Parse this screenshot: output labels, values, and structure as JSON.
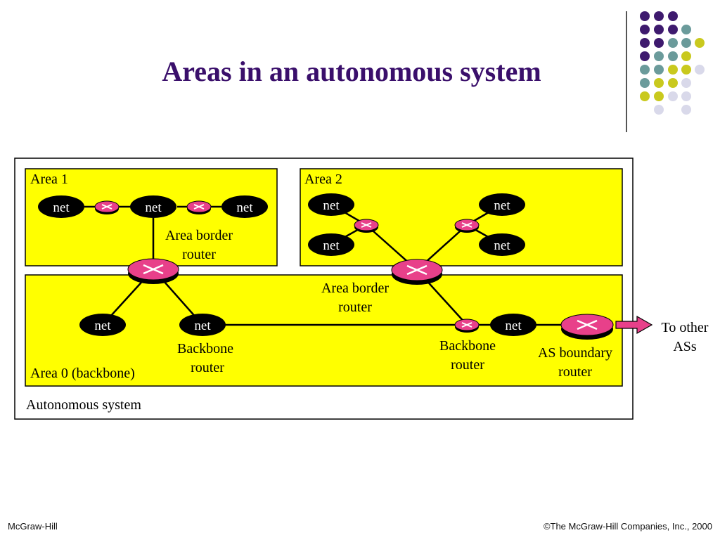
{
  "slide": {
    "title": "Areas in an autonomous system",
    "footer_left": "McGraw-Hill",
    "footer_right": "©The McGraw-Hill Companies, Inc., 2000"
  },
  "colors": {
    "title": "#3a0f6b",
    "area_fill": "#ffff00",
    "router_fill": "#e8408a",
    "net_fill": "#000000",
    "dot_purple": "#3e1a6e",
    "dot_teal": "#6b9b9b",
    "dot_olive": "#c9c91e",
    "dot_lavender": "#d9d9ea"
  },
  "diagram": {
    "area1_label": "Area 1",
    "area2_label": "Area 2",
    "area0_label": "Area 0 (backbone)",
    "autonomous_system_label": "Autonomous system",
    "net_label": "net",
    "area_border_router_area1": [
      "Area border",
      "router"
    ],
    "area_border_router_area2": [
      "Area border",
      "router"
    ],
    "backbone_router_left": [
      "Backbone",
      "router"
    ],
    "backbone_router_right": [
      "Backbone",
      "router"
    ],
    "as_boundary_router": [
      "AS boundary",
      "router"
    ],
    "to_other_ass": [
      "To other",
      "ASs"
    ]
  }
}
